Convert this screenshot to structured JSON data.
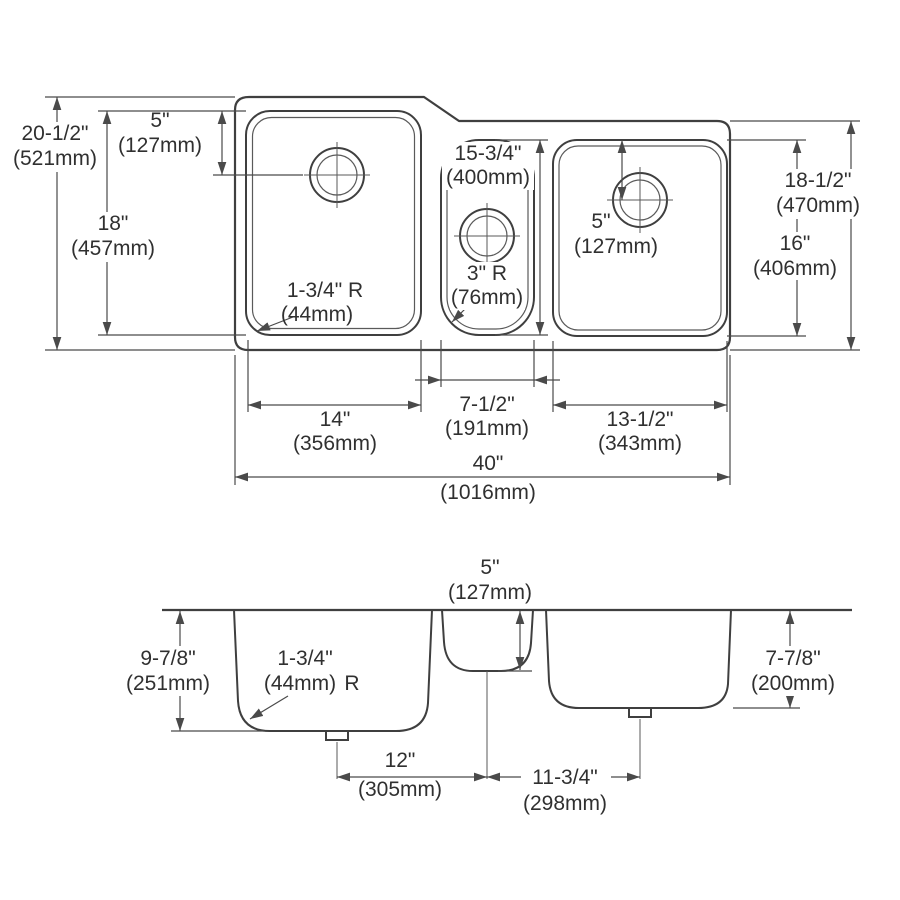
{
  "drawing": {
    "type": "triple-bowl undermount sink dimensioned drawing",
    "line_color": "#3f3f3f",
    "background": "#ffffff"
  },
  "top_view": {
    "overall_depth_left": {
      "in": "20-1/2\"",
      "mm": "(521mm)"
    },
    "faucet_offset_left": {
      "in": "5\"",
      "mm": "(127mm)"
    },
    "left_bowl_length": {
      "in": "18\"",
      "mm": "(457mm)"
    },
    "middle_bowl_length": {
      "in": "15-3/4\"",
      "mm": "(400mm)"
    },
    "middle_bowl_corner_radius": {
      "in": "3\" R",
      "mm": "(76mm)"
    },
    "right_drain_offset": {
      "in": "5\"",
      "mm": "(127mm)"
    },
    "overall_depth_right": {
      "in": "18-1/2\"",
      "mm": "(470mm)"
    },
    "right_bowl_length": {
      "in": "16\"",
      "mm": "(406mm)"
    },
    "left_bowl_corner_radius": {
      "in": "1-3/4\" R",
      "mm": "(44mm)"
    },
    "left_bowl_width": {
      "in": "14\"",
      "mm": "(356mm)"
    },
    "middle_bowl_width": {
      "in": "7-1/2\"",
      "mm": "(191mm)"
    },
    "right_bowl_width": {
      "in": "13-1/2\"",
      "mm": "(343mm)"
    },
    "overall_width": {
      "in": "40\"",
      "mm": "(1016mm)"
    }
  },
  "front_view": {
    "middle_bowl_depth": {
      "in": "5\"",
      "mm": "(127mm)"
    },
    "left_bowl_depth": {
      "in": "9-7/8\"",
      "mm": "(251mm)"
    },
    "left_bowl_corner_radius": {
      "in": "1-3/4\"",
      "mm": "(44mm)",
      "suffix": "R"
    },
    "right_bowl_depth": {
      "in": "7-7/8\"",
      "mm": "(200mm)"
    },
    "left_drain_spacing": {
      "in": "12\"",
      "mm": "(305mm)"
    },
    "right_drain_spacing": {
      "in": "11-3/4\"",
      "mm": "(298mm)"
    }
  }
}
